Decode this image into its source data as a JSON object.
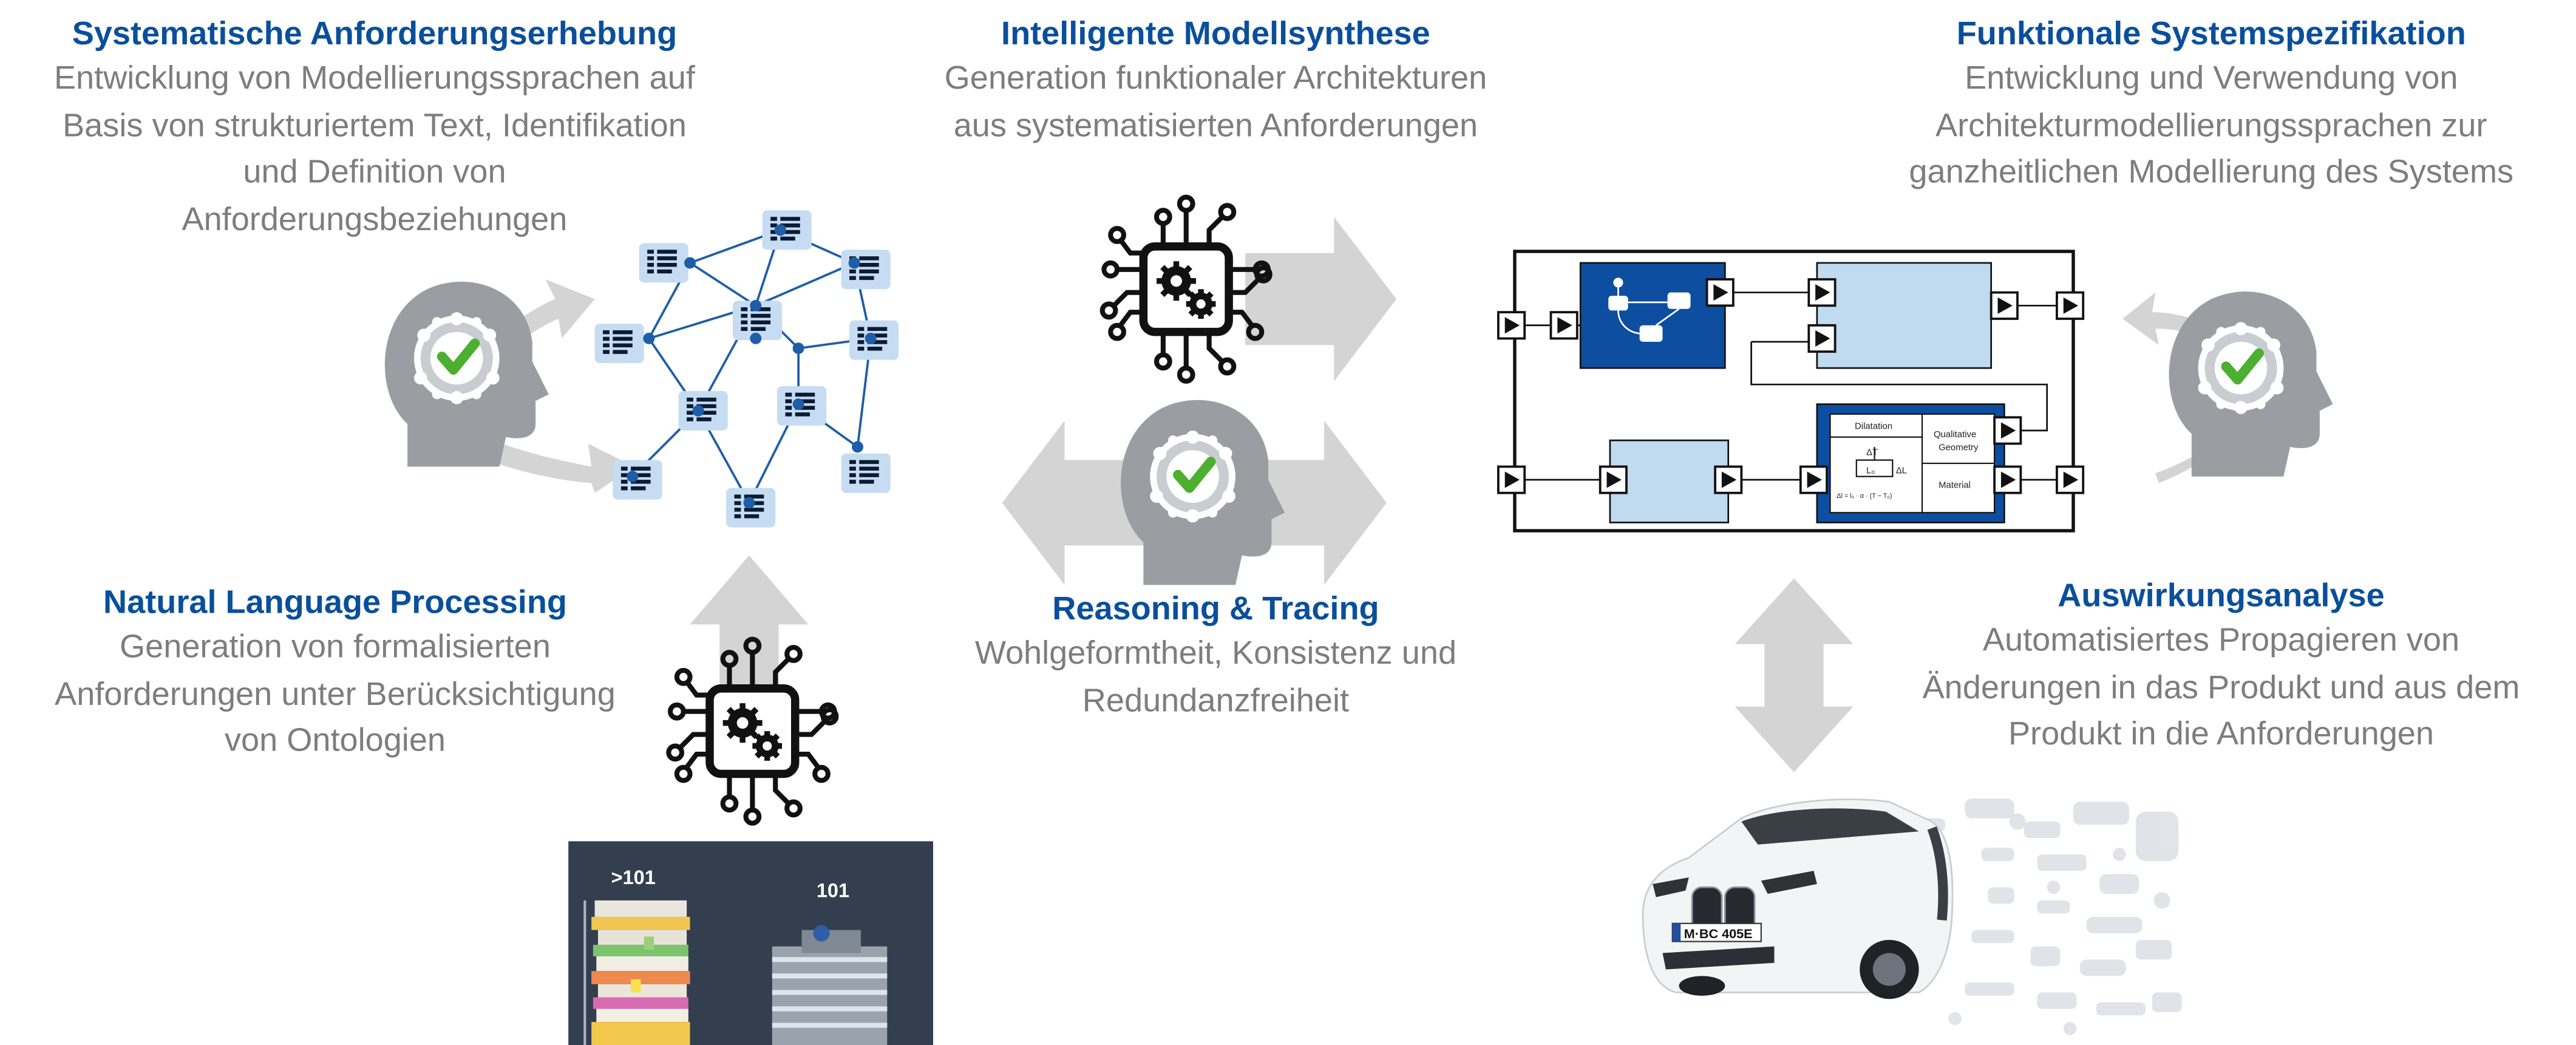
{
  "blocks": {
    "requirements": {
      "title": "Systematische Anforderungserhebung",
      "lines": [
        "Entwicklung von Modellierungssprachen auf",
        "Basis von strukturiertem Text, Identifikation",
        "und Definition von",
        "Anforderungsbeziehungen"
      ]
    },
    "synthesis": {
      "title": "Intelligente Modellsynthese",
      "lines": [
        "Generation funktionaler Architekturen",
        "aus systematisierten Anforderungen"
      ]
    },
    "specification": {
      "title": "Funktionale Systemspezifikation",
      "lines": [
        "Entwicklung und Verwendung von",
        "Architekturmodellierungssprachen zur",
        "ganzheitlichen Modellierung des Systems"
      ]
    },
    "nlp": {
      "title": "Natural Language Processing",
      "lines": [
        "Generation von formalisierten",
        "Anforderungen unter Berücksichtigung",
        "von Ontologien"
      ]
    },
    "reasoning": {
      "title": "Reasoning & Tracing",
      "lines": [
        "Wohlgeformtheit, Konsistenz und",
        "Redundanzfreiheit"
      ]
    },
    "impact": {
      "title": "Auswirkungsanalyse",
      "lines": [
        "Automatisiertes Propagieren von",
        "Änderungen in das Produkt und aus dem",
        "Produkt in die Anforderungen"
      ]
    }
  },
  "photo": {
    "label_left": ">101",
    "label_right": "101"
  },
  "architecture_box": {
    "labels": {
      "dilatation": "Dilatation",
      "delta_t": "ΔT",
      "length": "L₀",
      "delta_l": "ΔL",
      "formula": "Δl = l₀ · α · (T − T₀)",
      "qualitative_geometry_1": "Qualitative",
      "qualitative_geometry_2": "Geometry",
      "material": "Material"
    }
  },
  "car": {
    "plate": "M·BC 405E"
  },
  "colors": {
    "title_blue": "#0a4f9c",
    "desc_grey": "#7d7d7d",
    "arrow_grey": "#d4d4d4",
    "head_grey": "#9a9ea3",
    "check_green": "#4caf2f",
    "node_blue": "#1e5ea8",
    "doc_bg": "#c6dcf2",
    "block_dark": "#0d4ea0",
    "block_light": "#c0daf0"
  },
  "icons": [
    "head-check-icon",
    "ai-chip-icon",
    "requirement-network-icon",
    "architecture-diagram-icon",
    "car-photo",
    "document-stack-photo"
  ]
}
